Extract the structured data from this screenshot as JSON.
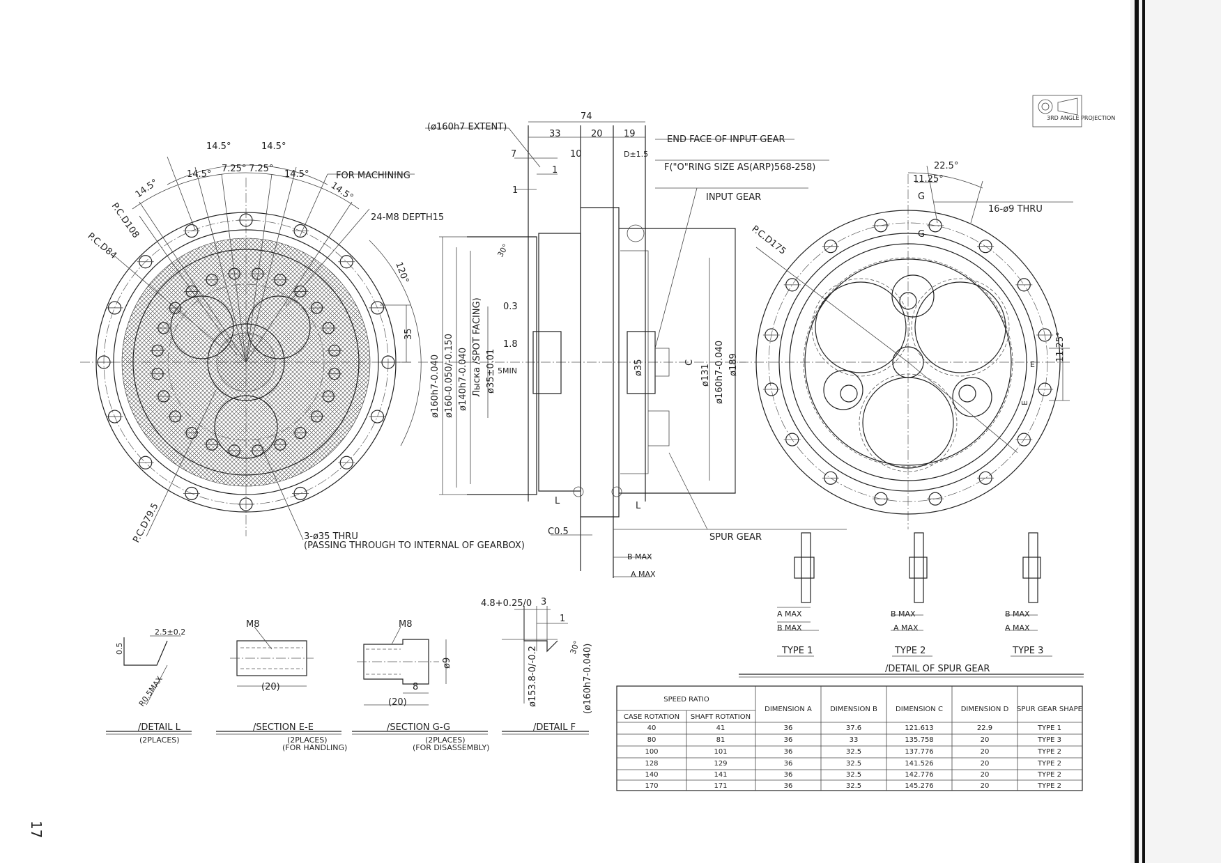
{
  "page_number": "17",
  "projection_symbol": {
    "label": "3RD ANGLE PROJECTION"
  },
  "front_view": {
    "angles": [
      "14.5°",
      "14.5°",
      "14.5°",
      "7.25°",
      "7.25°",
      "14.5°",
      "14.5°",
      "14.5°",
      "120°"
    ],
    "pcd_108": "P.C.D108",
    "pcd_84": "P.C.D84",
    "pcd_79_5": "P.C.D79.5",
    "for_machining": "FOR MACHINING",
    "tapped_holes": "24-M8 DEPTH15",
    "dim_35": "35",
    "thru_holes_1": "3-ø35 THRU",
    "thru_holes_2": "(PASSING THROUGH TO INTERNAL OF GEARBOX)"
  },
  "side_view": {
    "extent": "(ø160h7 EXTENT)",
    "dims_top": [
      "74",
      "33",
      "20",
      "19",
      "7",
      "10",
      "1",
      "1"
    ],
    "d_tol": "D±1.5",
    "end_face": "END FACE OF INPUT GEAR",
    "oring": "F(\"O\"RING SIZE AS(ARP)568-258)",
    "input_gear": "INPUT GEAR",
    "chamfer_30": "30°",
    "dim_0_3": "0.3",
    "dim_1_8": "1.8",
    "dim_5min": "5MIN",
    "spot_facing": "Лыска /SPOT FACING)",
    "dia_left": [
      "ø160h7-0.040",
      "ø160-0.050/-0.150",
      "ø140h7-0.040",
      "ø35±0.01"
    ],
    "dia_right": [
      "ø35",
      "C",
      "ø131",
      "ø160h7-0.040",
      "ø189"
    ],
    "c05": "C0.5",
    "l_left": "L",
    "l_right": "L",
    "spur_gear": "SPUR GEAR",
    "b_max": "B MAX",
    "a_max": "A MAX"
  },
  "rear_view": {
    "angles": [
      "22.5°",
      "11.25°",
      "11.25°"
    ],
    "g_upper": "G",
    "g_lower": "G",
    "thru": "16-ø9 THRU",
    "pcd_175": "P.C.D175",
    "e_upper": "E",
    "e_lower": "E"
  },
  "spur_gear_detail": {
    "types": [
      {
        "name": "TYPE 1",
        "dim1": "A MAX",
        "dim2": "B MAX"
      },
      {
        "name": "TYPE 2",
        "dim1": "B MAX",
        "dim2": "A MAX"
      },
      {
        "name": "TYPE 3",
        "dim1": "B MAX",
        "dim2": "A MAX"
      }
    ],
    "caption": "/DETAIL OF SPUR GEAR"
  },
  "details": {
    "detail_l": {
      "caption": "/DETAIL L",
      "sub": "(2PLACES)",
      "dim_h": "0.5",
      "dim_w": "2.5±0.2",
      "radius": "R0.5MAX"
    },
    "section_ee": {
      "caption": "/SECTION E-E",
      "sub1": "(2PLACES)",
      "sub2": "(FOR HANDLING)",
      "thread": "M8",
      "len": "(20)"
    },
    "section_gg": {
      "caption": "/SECTION G-G",
      "sub1": "(2PLACES)",
      "sub2": "(FOR DISASSEMBLY)",
      "thread": "M8",
      "dia": "ø9",
      "dim8": "8",
      "len": "(20)"
    },
    "detail_f": {
      "caption": "/DETAIL F",
      "dim_w": "4.8+0.25/0",
      "dim3": "3",
      "dim1": "1",
      "angle": "30°",
      "dia1": "ø153.8-0/-0.2",
      "dia2": "(ø160h7-0.040)"
    }
  },
  "table": {
    "group_header": "SPEED RATIO",
    "headers": [
      "CASE ROTATION",
      "SHAFT ROTATION",
      "DIMENSION A",
      "DIMENSION B",
      "DIMENSION C",
      "DIMENSION D",
      "SPUR GEAR SHAPE"
    ],
    "rows": [
      [
        "40",
        "41",
        "36",
        "37.6",
        "121.613",
        "22.9",
        "TYPE 1"
      ],
      [
        "80",
        "81",
        "36",
        "33",
        "135.758",
        "20",
        "TYPE 3"
      ],
      [
        "100",
        "101",
        "36",
        "32.5",
        "137.776",
        "20",
        "TYPE 2"
      ],
      [
        "128",
        "129",
        "36",
        "32.5",
        "141.526",
        "20",
        "TYPE 2"
      ],
      [
        "140",
        "141",
        "36",
        "32.5",
        "142.776",
        "20",
        "TYPE 2"
      ],
      [
        "170",
        "171",
        "36",
        "32.5",
        "145.276",
        "20",
        "TYPE 2"
      ]
    ]
  }
}
